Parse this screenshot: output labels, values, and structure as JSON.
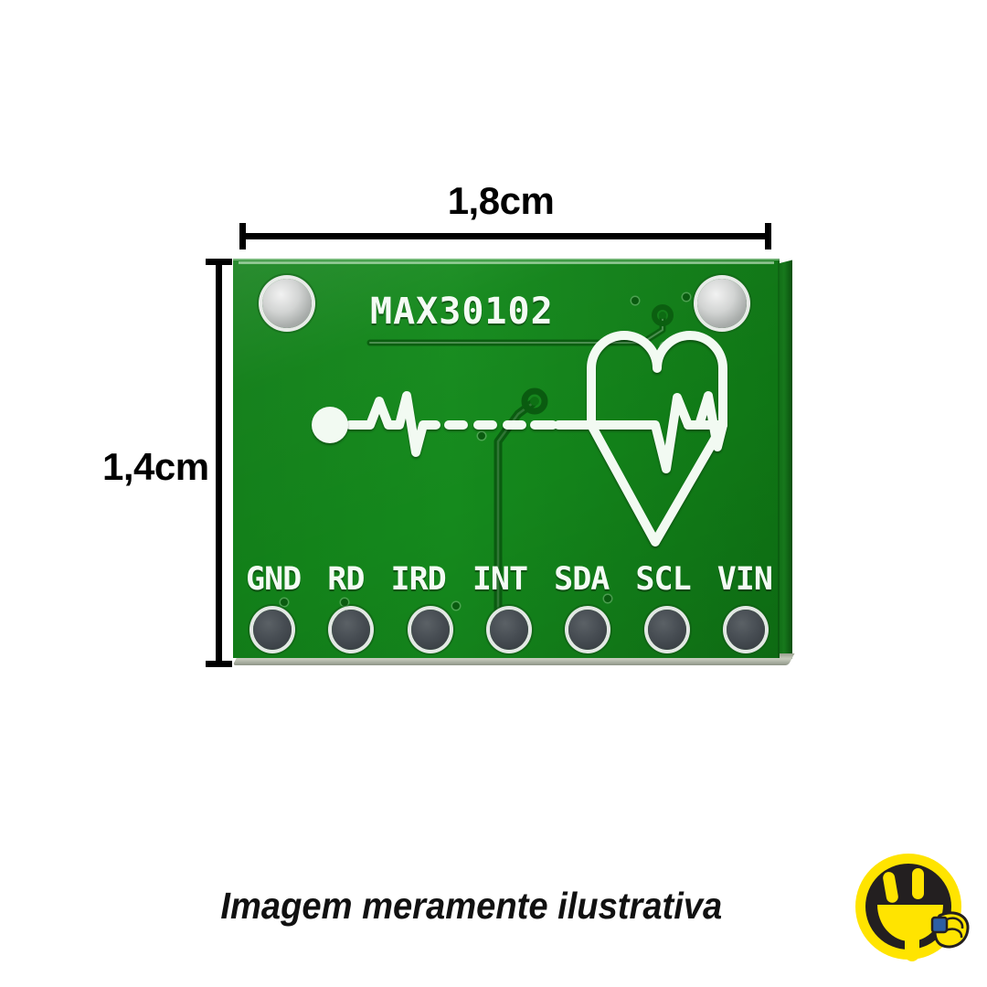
{
  "dimensions": {
    "width_label": "1,8cm",
    "height_label": "1,4cm"
  },
  "board": {
    "part_number": "MAX30102",
    "silkscreen_color": "#f4fbf4",
    "pcb_color": "#158a1d",
    "pins": [
      {
        "label": "GND"
      },
      {
        "label": "RD"
      },
      {
        "label": "IRD"
      },
      {
        "label": "INT"
      },
      {
        "label": "SDA"
      },
      {
        "label": "SCL"
      },
      {
        "label": "VIN"
      }
    ],
    "graphics": [
      "ecg-waveform-icon",
      "heart-outline-icon"
    ],
    "mounting_holes": 2
  },
  "caption": {
    "text": "Imagem meramente ilustrativa"
  },
  "logo": {
    "name": "plug-face-logo",
    "primary_color": "#FFE400",
    "dark_color": "#231F20",
    "accent_color": "#2E5FA3"
  }
}
